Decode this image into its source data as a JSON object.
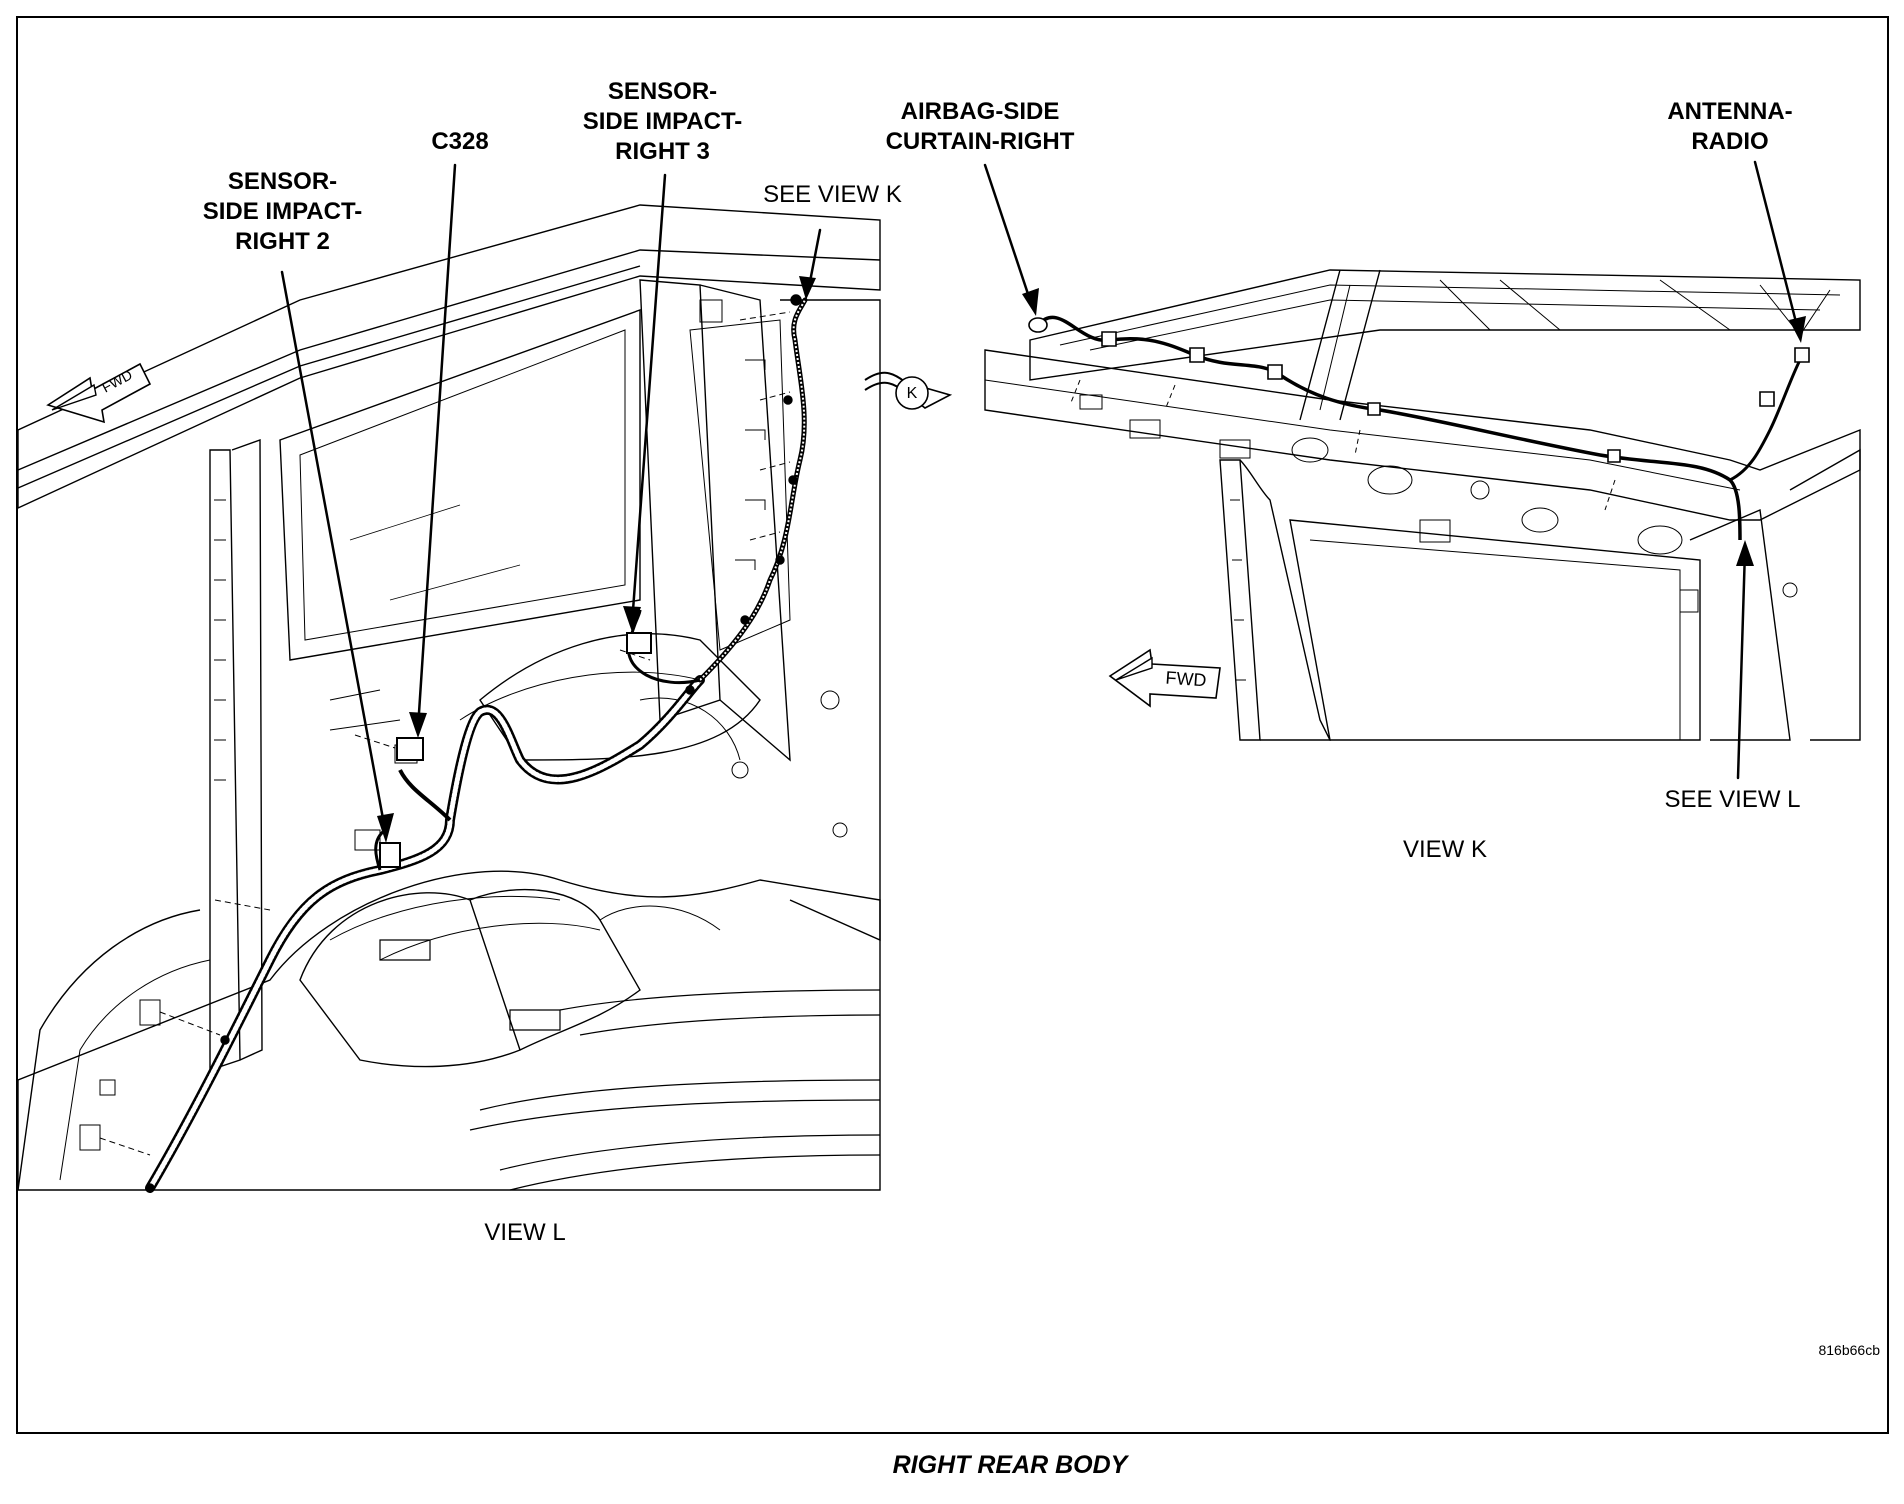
{
  "figure_caption": "RIGHT REAR BODY",
  "figure_code": "816b66cb",
  "view_l": {
    "title": "VIEW L",
    "fwd": "FWD",
    "labels": {
      "sensor_2": [
        "SENSOR-",
        "SIDE IMPACT-",
        "RIGHT 2"
      ],
      "c328": "C328",
      "sensor_3": [
        "SENSOR-",
        "SIDE IMPACT-",
        "RIGHT 3"
      ],
      "see_view": "SEE VIEW K"
    },
    "callout_letter": "K"
  },
  "view_k": {
    "title": "VIEW K",
    "fwd": "FWD",
    "labels": {
      "airbag": [
        "AIRBAG-SIDE",
        "CURTAIN-RIGHT"
      ],
      "antenna": [
        "ANTENNA-",
        "RADIO"
      ],
      "see_view": "SEE VIEW L"
    }
  },
  "colors": {
    "line": "#000000",
    "background": "#ffffff"
  }
}
